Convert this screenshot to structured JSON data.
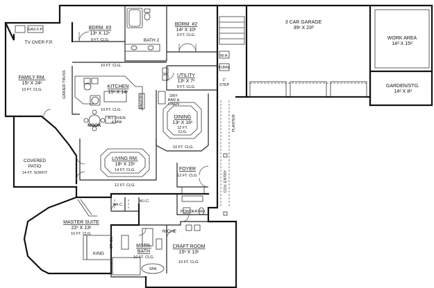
{
  "rooms": {
    "garage": {
      "name": "3 CAR GARAGE",
      "dims": "39ˣ X 23ᵈ"
    },
    "work_area": {
      "name": "WORK AREA",
      "dims": "14ᵈ X 15ᵈ"
    },
    "garden": {
      "name": "GARDEN/STG.",
      "dims": "14ᵈ X 8ᵈ"
    },
    "bdrm3": {
      "name": "BDRM. #3",
      "dims": "13ˣ X 12ˣ",
      "ceiling": "9 FT. CLG."
    },
    "bdrm2": {
      "name": "BDRM. #2",
      "dims": "14ˣ X 10ˣ",
      "ceiling": "9 FT. CLG."
    },
    "bath2": {
      "name": "BATH 2"
    },
    "family": {
      "name": "FAMILY RM.",
      "dims": "15ˣ X 24ˣ",
      "ceiling": "10 FT. CLG."
    },
    "tv": {
      "name": "TV OVER F.P."
    },
    "gas_fp": {
      "name": "GAS F.P."
    },
    "girder": {
      "name": "GIRDER TRUSS"
    },
    "hall_clg": {
      "name": "10 FT. CLG."
    },
    "kitchen": {
      "name": "KITCHEN",
      "dims": "15ˣ X 14ˣ",
      "ceiling": "10 FT. CLG."
    },
    "pantry": {
      "name": "PANTRY"
    },
    "nook": {
      "name": "NOOK"
    },
    "bi_oven": {
      "name": "B.I. OVEN",
      "sub": "& MW"
    },
    "utility": {
      "name": "UTILITY",
      "dims": "13ˣ X 7ˣ",
      "ceiling": "9 FT. CLG."
    },
    "furn": {
      "name": "FURN."
    },
    "wh": {
      "name": "W.H."
    },
    "step": {
      "name": "STEP"
    },
    "step_pre": {
      "name": "1\""
    },
    "dry_bar": {
      "name": "DRY",
      "sub": "BAR &",
      "sub2": "LINEN"
    },
    "dining": {
      "name": "DINING",
      "dims": "13ˣ X 16ˣ",
      "sub": "12 FT.",
      "ceiling": "CLG."
    },
    "dining_clg": {
      "name": "10 FT. CLG."
    },
    "planter": {
      "name": "PLANTER"
    },
    "patio": {
      "name": "COVERED",
      "sub": "PATIO",
      "ceiling": "14 FT. SOFFIT"
    },
    "living": {
      "name": "LIVING RM.",
      "dims": "18ˣ X 15ˣ",
      "ceiling": "14 FT. CLG."
    },
    "living_clg": {
      "name": "12 FT. CLG."
    },
    "foyer": {
      "name": "FOYER",
      "ceiling": "12 FT. CLG."
    },
    "cov_entry": {
      "name": "COV. ENTRY"
    },
    "wic1": {
      "name": "W.I.C."
    },
    "wic2": {
      "name": "W.I.C."
    },
    "powder": {
      "name": "POWDER RM."
    },
    "master": {
      "name": "MASTER SUITE",
      "dims": "22ˣ X 13ˣ",
      "ceiling": "10 FT. CLG."
    },
    "king": {
      "name": "KING"
    },
    "stgl": {
      "name": "ST. GL."
    },
    "mstr_bath": {
      "name": "MSTR.",
      "sub": "BATH",
      "ceiling": "10 FT. CLG."
    },
    "niche": {
      "name": "NICHE"
    },
    "craft": {
      "name": "CRAFT ROOM",
      "dims": "15ˣ X 13ˣ",
      "ceiling": "10 FT. CLG."
    },
    "tub": {
      "name": "SPA"
    }
  },
  "colors": {
    "line": "#111111",
    "background": "#ffffff"
  }
}
